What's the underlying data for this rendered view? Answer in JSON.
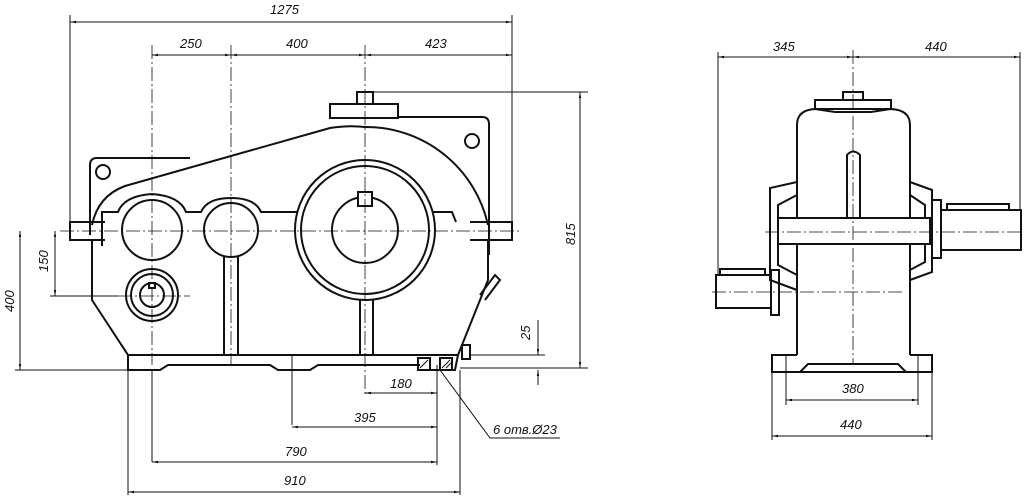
{
  "front_view": {
    "dims": {
      "overall_length": "1275",
      "axis_1": "250",
      "axis_2": "400",
      "axis_3": "423",
      "height": "815",
      "shaft_height": "400",
      "low_shaft_offset": "150",
      "base_thickness": "25",
      "hole_180": "180",
      "hole_395": "395",
      "hole_790": "790",
      "base_length": "910"
    },
    "hole_note": "6 отв.Ø23"
  },
  "side_view": {
    "dims": {
      "left_shaft": "345",
      "right_shaft": "440",
      "hole_spacing": "380",
      "base_width": "440"
    }
  }
}
